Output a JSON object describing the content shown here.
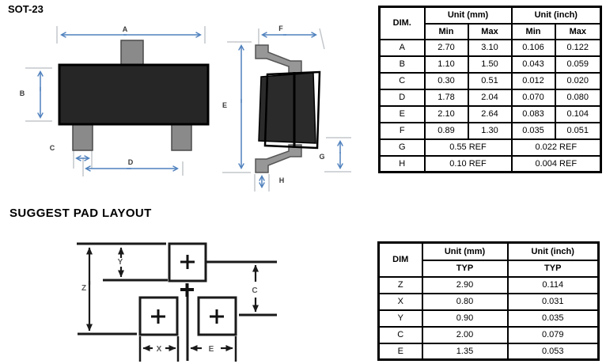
{
  "titles": {
    "package": "SOT-23",
    "pad_layout": "SUGGEST PAD LAYOUT"
  },
  "colors": {
    "dimension_arrow_blue": "#4f81bd",
    "extension_line_gray": "#c3c7cb",
    "package_body_dark": "#262626",
    "lead_gray": "#8a8a8a",
    "pad_line_black": "#1a1a1a"
  },
  "front_view": {
    "labels": {
      "a": "A",
      "b": "B",
      "c": "C",
      "d": "D"
    }
  },
  "side_view": {
    "labels": {
      "e": "E",
      "f": "F",
      "g": "G",
      "h": "H"
    }
  },
  "pad_view": {
    "labels": {
      "z": "Z",
      "y": "Y",
      "c": "C",
      "x": "X",
      "e": "E"
    }
  },
  "dim_table": {
    "col_dim": "DIM.",
    "group_mm": "Unit (mm)",
    "group_inch": "Unit (inch)",
    "sub_headers": [
      "Min",
      "Max",
      "Min",
      "Max"
    ],
    "rows": [
      {
        "dim": "A",
        "mm_min": "2.70",
        "mm_max": "3.10",
        "in_min": "0.106",
        "in_max": "0.122"
      },
      {
        "dim": "B",
        "mm_min": "1.10",
        "mm_max": "1.50",
        "in_min": "0.043",
        "in_max": "0.059"
      },
      {
        "dim": "C",
        "mm_min": "0.30",
        "mm_max": "0.51",
        "in_min": "0.012",
        "in_max": "0.020"
      },
      {
        "dim": "D",
        "mm_min": "1.78",
        "mm_max": "2.04",
        "in_min": "0.070",
        "in_max": "0.080"
      },
      {
        "dim": "E",
        "mm_min": "2.10",
        "mm_max": "2.64",
        "in_min": "0.083",
        "in_max": "0.104"
      },
      {
        "dim": "F",
        "mm_min": "0.89",
        "mm_max": "1.30",
        "in_min": "0.035",
        "in_max": "0.051"
      }
    ],
    "ref_rows": [
      {
        "dim": "G",
        "mm": "0.55 REF",
        "inch": "0.022 REF"
      },
      {
        "dim": "H",
        "mm": "0.10 REF",
        "inch": "0.004 REF"
      }
    ]
  },
  "pad_table": {
    "col_dim": "DIM",
    "group_mm": "Unit (mm)",
    "group_inch": "Unit (inch)",
    "typ_headers": [
      "TYP",
      "TYP"
    ],
    "rows": [
      {
        "dim": "Z",
        "mm": "2.90",
        "inch": "0.114"
      },
      {
        "dim": "X",
        "mm": "0.80",
        "inch": "0.031"
      },
      {
        "dim": "Y",
        "mm": "0.90",
        "inch": "0.035"
      },
      {
        "dim": "C",
        "mm": "2.00",
        "inch": "0.079"
      },
      {
        "dim": "E",
        "mm": "1.35",
        "inch": "0.053"
      }
    ]
  }
}
